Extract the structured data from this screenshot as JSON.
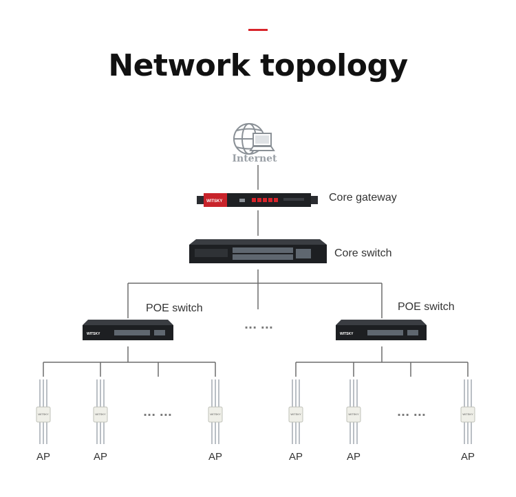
{
  "title": "Network topology",
  "colors": {
    "accent": "#d8232a",
    "line": "#6b6b6b",
    "gateway": "#c8232a",
    "device": "#1d1f22"
  },
  "internet": {
    "label": "Internet",
    "icon": "globe-laptop-icon"
  },
  "core_gateway": {
    "label": "Core gateway",
    "brand": "WITSKY"
  },
  "core_switch": {
    "label": "Core switch"
  },
  "poe_switches": [
    {
      "label": "POE switch",
      "brand": "WITSKY"
    },
    {
      "label": "POE switch",
      "brand": "WITSKY"
    }
  ],
  "ellipsis": "··· ···",
  "ap_label": "AP",
  "ap_brand": "WITSKY",
  "aps": [
    "AP",
    "AP",
    "AP",
    "AP",
    "AP",
    "AP"
  ]
}
